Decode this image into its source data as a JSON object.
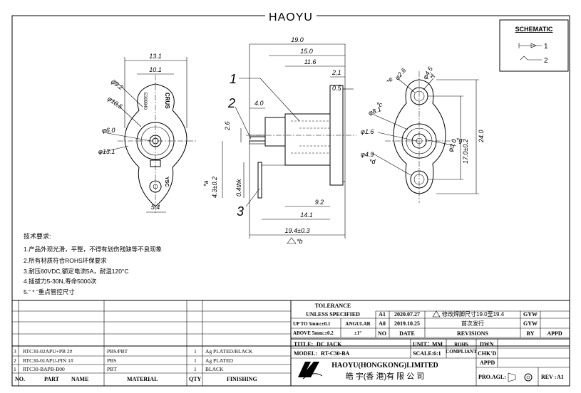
{
  "header": {
    "brand": "HAOYU"
  },
  "schematic": {
    "title": "SCHEMATIC",
    "pin1": "1",
    "pin2": "2"
  },
  "notes": {
    "title": "技术要求:",
    "items": [
      "1.产品外观光滑，平整，不得有划伤残缺等不良现象",
      "2.所有材质符合ROHS环保要求",
      "3.耐压60VDC,额定电流5A，耐温120°C",
      "4.插拔力5-30N,寿命5000次",
      "5.“ * ”重点管控尺寸"
    ]
  },
  "front_view": {
    "dims": [
      "13.1",
      "10.1",
      "φ9.2",
      "φ10.5",
      "φ6.0",
      "φ13.1",
      "5.4"
    ],
    "marks": [
      "CRUS",
      "E309840",
      "YSC"
    ]
  },
  "side_view": {
    "dims": [
      "19.0",
      "15.0",
      "11.6",
      "2.1",
      "0.5",
      "4.0",
      "2.6",
      "4.3±0.2",
      "*a",
      "0.4thk",
      "9.2",
      "14.1",
      "19.4±0.3",
      "*b"
    ],
    "callouts": [
      "1",
      "2",
      "3"
    ]
  },
  "rear_view": {
    "dims": [
      "φ2.6",
      "*e",
      "φ4.5",
      "*f",
      "φ8.1",
      "*c",
      "φ1.6",
      "φ3.0",
      "*g",
      "φ4.9",
      "*d",
      "17.0±0.2",
      "24.0"
    ]
  },
  "tolerance": {
    "title": "TOLERANCE",
    "unless": "UNLESS SPECIFIED",
    "up_to": "UP TO 5mm:±0.1",
    "above": "ABOVE 5mm:±0.2",
    "angular": "ANGULAR",
    "angular_val": "±1°"
  },
  "revisions": {
    "rows": [
      {
        "rev": "A1",
        "date": "2020.07.27",
        "desc": "修改焊脚尺寸19.0至19.4",
        "by": "GYW",
        "appd": ""
      },
      {
        "rev": "A0",
        "date": "2019.10.25",
        "desc": "首次发行",
        "by": "GYW",
        "appd": ""
      }
    ],
    "header": {
      "no": "NO",
      "date": "DATE",
      "revisions": "REVISIONS",
      "by": "BY",
      "appd": "APPD"
    }
  },
  "title_block": {
    "title_label": "TITLE:",
    "title": "DC JACK",
    "model_label": "MODEL:",
    "model": "RT-C30-BA",
    "unit_label": "UNIT：",
    "unit": "MM",
    "scale_label": "SCALE:",
    "scale": "6:1",
    "rohs": "ROHS",
    "compliant": "COMPLIANT",
    "dwn": "DWN",
    "chkd": "CHK'D",
    "appd": "APPD",
    "company_en": "HAOYU(HONGKONG)LIMITED",
    "company_cn": "皓 宇(香 港)有 限 公 司",
    "proj_angle": "PRO.AGL:",
    "rev_label": "REV :",
    "rev": "A1"
  },
  "bom": {
    "header": {
      "no": "NO.",
      "part": "PART",
      "name": "NAME",
      "material": "MATERIAL",
      "qty": "QTY",
      "finishing": "FINISHING"
    },
    "rows": [
      {
        "no": "3",
        "part": "RTC30-02APU+PB 2#",
        "material": "PBS/PBT",
        "qty": "1",
        "finishing": "Ag PLATED/BLACK"
      },
      {
        "no": "2",
        "part": "RTC30-01APU-PIN 1#",
        "material": "PBS",
        "qty": "1",
        "finishing": "Ag PLATED"
      },
      {
        "no": "1",
        "part": "RTC30-BAPB-B00",
        "material": "PBT",
        "qty": "1",
        "finishing": "BLACK"
      }
    ]
  }
}
